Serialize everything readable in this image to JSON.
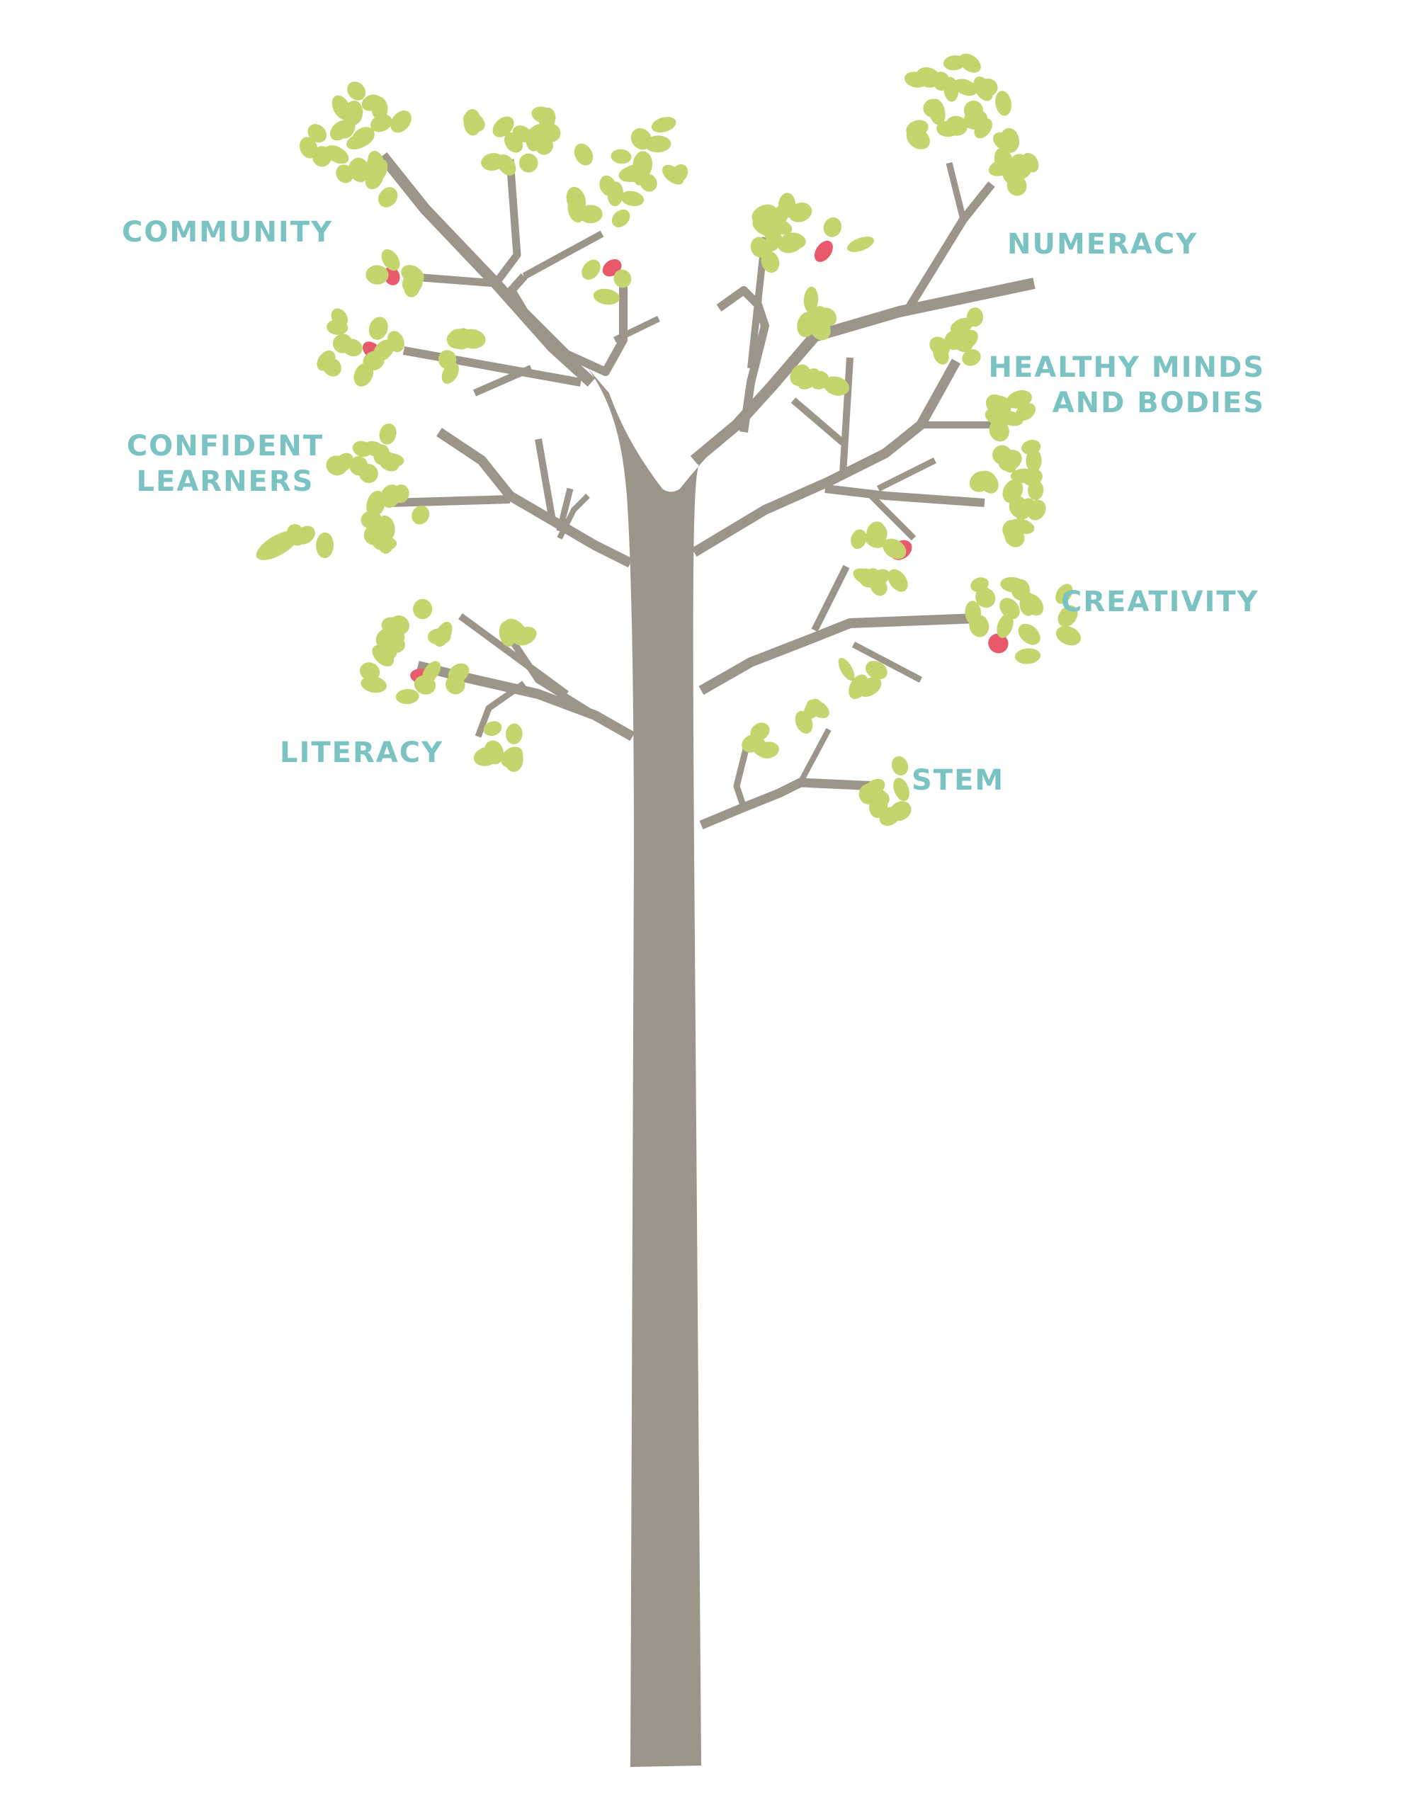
{
  "diagram": {
    "colors": {
      "background": "#ffffff",
      "trunk": "#9c958a",
      "leaf": "#c3d56c",
      "leaf_accent": "#e85a6b",
      "label": "#7bc2c3"
    },
    "labels": {
      "community": {
        "text": "COMMUNITY"
      },
      "numeracy": {
        "text": "NUMERACY"
      },
      "healthy_minds": {
        "line1": "HEALTHY MINDS",
        "line2": "AND BODIES"
      },
      "confident_learners": {
        "line1": "CONFIDENT",
        "line2": "LEARNERS"
      },
      "creativity": {
        "text": "CREATIVITY"
      },
      "literacy": {
        "text": "LITERACY"
      },
      "stem": {
        "text": "STEM"
      }
    }
  }
}
